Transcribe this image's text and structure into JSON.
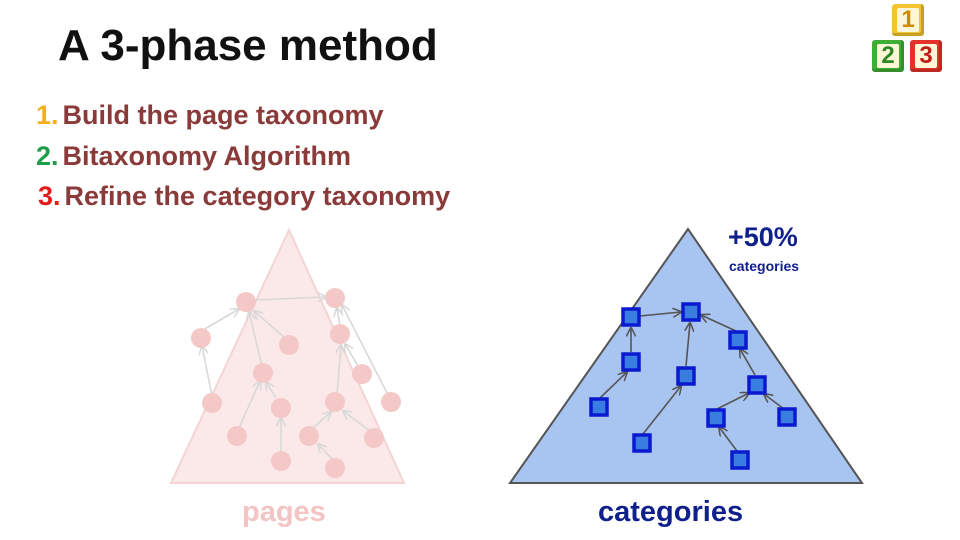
{
  "title": "A 3-phase method",
  "steps": [
    {
      "num": "1.",
      "num_color": "#f2b01e",
      "text": "Build the page taxonomy"
    },
    {
      "num": "2.",
      "num_color": "#1e9e4a",
      "text": "Bitaxonomy Algorithm"
    },
    {
      "num": "3.",
      "num_color": "#e51c1c",
      "text": "Refine the category taxonomy"
    }
  ],
  "step_text_color": "#8b3a3a",
  "blocks_icon": {
    "icon": "number-blocks-icon",
    "labels": [
      "1",
      "2",
      "3"
    ]
  },
  "increase": {
    "value": "+50%",
    "label": "categories"
  },
  "captions": {
    "pages": "pages",
    "categories": "categories"
  },
  "colors": {
    "pages_triangle_fill": "#fbe9e9",
    "pages_node": "#f5c8c8",
    "categories_triangle_fill": "#a8c4f0",
    "category_node_fill": "#3a7de0",
    "category_node_border": "#0a1ad0",
    "caption_categories": "#0f1f8c"
  }
}
